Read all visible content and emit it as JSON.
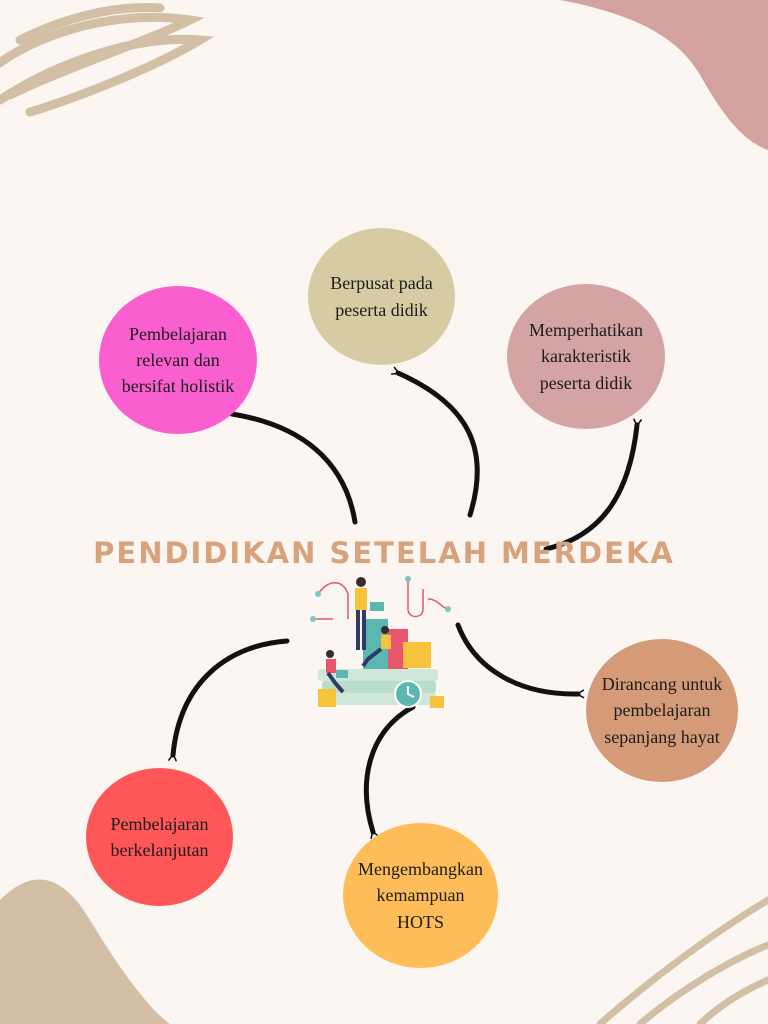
{
  "diagram": {
    "title": "PENDIDIKAN SETELAH MERDEKA",
    "nodes": [
      {
        "id": "holistik",
        "label": "Pembelajaran\nrelevan dan\nbersifat holistik",
        "color": "#f95fcf"
      },
      {
        "id": "berpusat",
        "label": "Berpusat pada\npeserta didik",
        "color": "#d6cba3"
      },
      {
        "id": "karakteristik",
        "label": "Memperhatikan\nkarakteristik\npeserta didik",
        "color": "#d4a3a3"
      },
      {
        "id": "hayat",
        "label": "Dirancang untuk\npembelajaran\nsepanjang hayat",
        "color": "#d59b78"
      },
      {
        "id": "hots",
        "label": "Mengembangkan\nkemampuan HOTS",
        "color": "#ffbd59"
      },
      {
        "id": "berkelanjutan",
        "label": "Pembelajaran\nberkelanjutan",
        "color": "#ff5757"
      }
    ],
    "colors": {
      "background": "#fbf6f2",
      "title": "#d8a27c",
      "arrow": "#111111",
      "deco_tan": "#d3bfa6",
      "deco_rose": "#d3a29f"
    }
  }
}
